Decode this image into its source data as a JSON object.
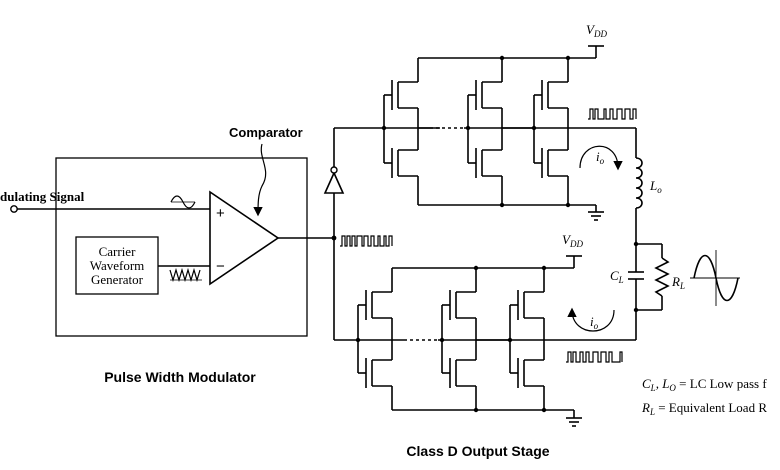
{
  "labels": {
    "input_signal": "dulating Signal",
    "carrier_line1": "Carrier",
    "carrier_line2": "Waveform",
    "carrier_line3": "Generator",
    "comparator": "Comparator",
    "plus": "+",
    "minus": "−",
    "pwm_title": "Pulse Width Modulator",
    "output_title": "Class D Output Stage",
    "vdd_top": "V",
    "vdd_top_sub": "DD",
    "vdd_bottom": "V",
    "vdd_bottom_sub": "DD",
    "io_top": "i",
    "io_top_sub": "o",
    "io_bottom": "i",
    "io_bottom_sub": "o",
    "lo": "L",
    "lo_sub": "o",
    "cl": "C",
    "cl_sub": "L",
    "rl": "R",
    "rl_sub": "L",
    "legend_line1": "C",
    "legend_line1_sub1": "L",
    "legend_line1_mid": ", L",
    "legend_line1_sub2": "O",
    "legend_line1_rest": " = LC Low pass f",
    "legend_line2": "R",
    "legend_line2_sub": "L",
    "legend_line2_rest": " = Equivalent Load R"
  }
}
